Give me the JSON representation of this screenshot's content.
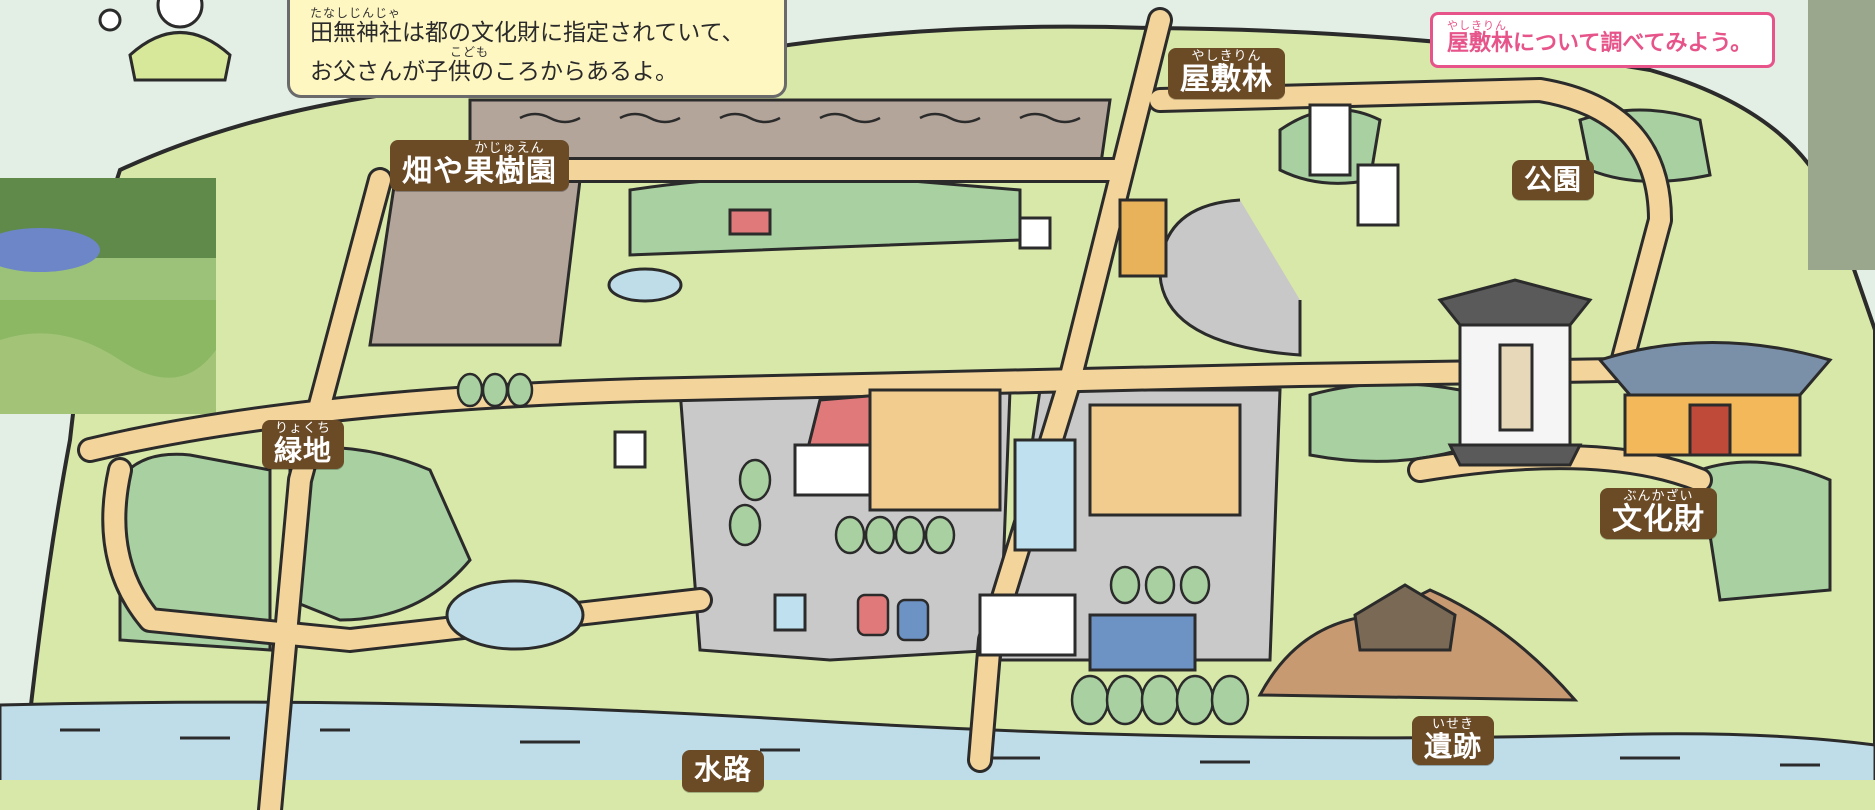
{
  "speech_bubble": {
    "ruby1": "たなしじんじゃ",
    "line1": "田無神社は都の文化財に指定されていて、",
    "ruby2": "こども",
    "line2": "お父さんが子供のころからあるよ。"
  },
  "task_box": {
    "ruby": "やしきりん",
    "text": "屋敷林について調べてみよう。"
  },
  "labels": {
    "yashikirin": {
      "ruby": "やしきりん",
      "text": "屋敷林"
    },
    "hatake": {
      "ruby": "かじゅえん",
      "text": "畑や果樹園"
    },
    "koen": {
      "ruby": "",
      "text": "公園"
    },
    "ryokuchi": {
      "ruby": "りょくち",
      "text": "緑地"
    },
    "bunkazai": {
      "ruby": "ぶんかざい",
      "text": "文化財"
    },
    "iseki": {
      "ruby": "いせき",
      "text": "遺跡"
    },
    "suiro": {
      "ruby": "",
      "text": "水路"
    }
  },
  "colors": {
    "label_bg": "#6b4a26",
    "land": "#d8e8a8",
    "road": "#f3d49a",
    "river": "#bfdde8",
    "forest": "#a8d0a0",
    "pavement": "#c9c9c9",
    "field": "#b3a59a",
    "accent_pink": "#e6548a",
    "bubble": "#fff7c2"
  }
}
